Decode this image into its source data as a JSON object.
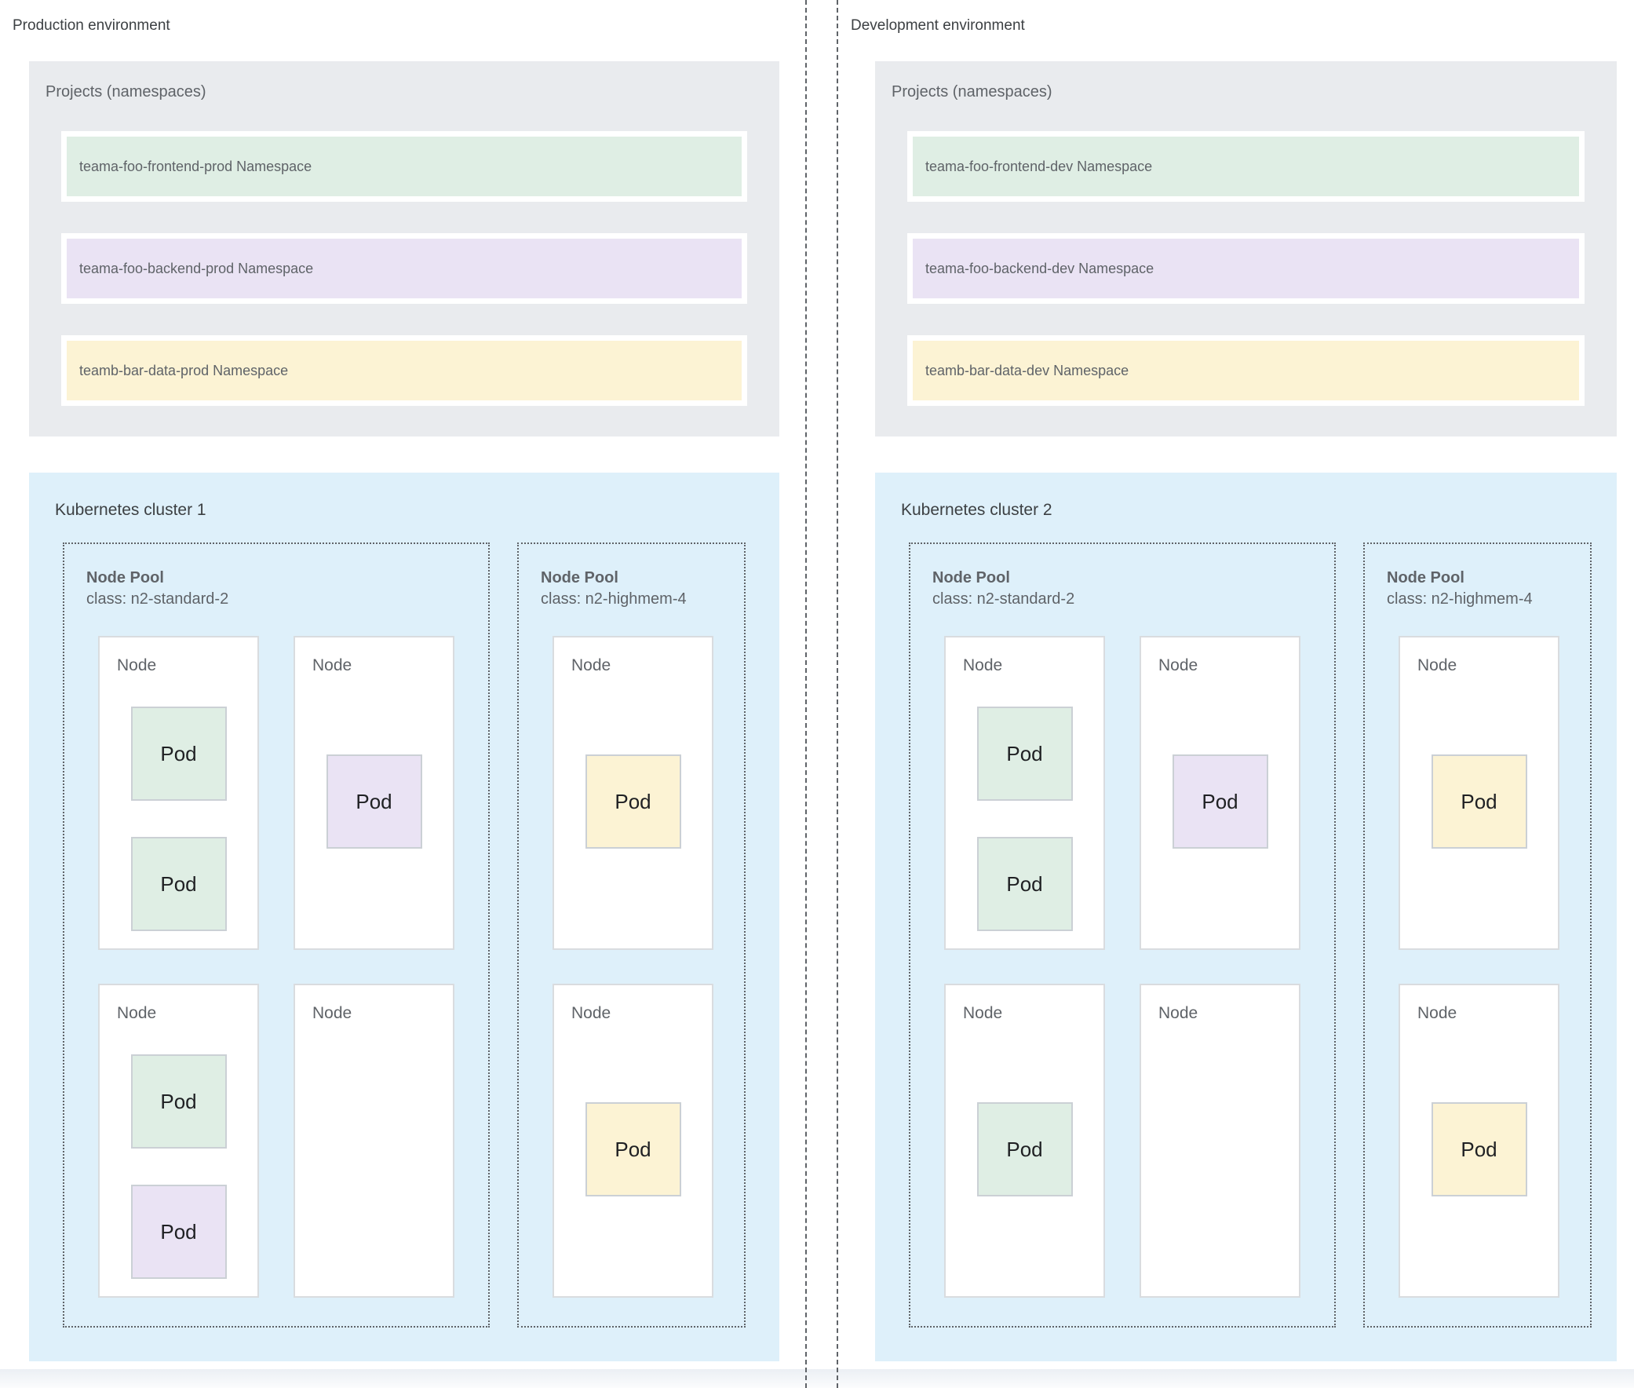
{
  "palette": {
    "green": "#dfeee4",
    "purple": "#eae3f4",
    "yellow": "#fcf3d4"
  },
  "colors": {
    "projects_box_bg": "#e9ebee",
    "cluster_box_bg": "#def0fa",
    "node_bg": "#ffffff",
    "namespace_border": "#ffffff",
    "dashed_border": "#5f6368",
    "text_gray": "#5f6368",
    "text_dark": "#3c4043"
  },
  "environments": [
    {
      "title": "Production environment",
      "projects": {
        "label": "Projects (namespaces)",
        "namespaces": [
          {
            "label": "teama-foo-frontend-prod Namespace",
            "color": "green"
          },
          {
            "label": "teama-foo-backend-prod Namespace",
            "color": "purple"
          },
          {
            "label": "teamb-bar-data-prod Namespace",
            "color": "yellow"
          }
        ]
      },
      "cluster": {
        "title": "Kubernetes cluster 1",
        "node_pools": [
          {
            "title": "Node Pool",
            "class_line": "class: n2-standard-2",
            "nodes": [
              {
                "label": "Node",
                "pods": [
                  {
                    "label": "Pod",
                    "color": "green"
                  },
                  {
                    "label": "Pod",
                    "color": "green"
                  }
                ]
              },
              {
                "label": "Node",
                "pods": [
                  {
                    "label": "Pod",
                    "color": "purple"
                  }
                ]
              },
              {
                "label": "Node",
                "pods": [
                  {
                    "label": "Pod",
                    "color": "green"
                  },
                  {
                    "label": "Pod",
                    "color": "purple"
                  }
                ]
              },
              {
                "label": "Node",
                "pods": []
              }
            ]
          },
          {
            "title": "Node Pool",
            "class_line": "class: n2-highmem-4",
            "nodes": [
              {
                "label": "Node",
                "pods": [
                  {
                    "label": "Pod",
                    "color": "yellow"
                  }
                ]
              },
              {
                "label": "Node",
                "pods": [
                  {
                    "label": "Pod",
                    "color": "yellow"
                  }
                ]
              }
            ]
          }
        ]
      }
    },
    {
      "title": "Development environment",
      "projects": {
        "label": "Projects (namespaces)",
        "namespaces": [
          {
            "label": "teama-foo-frontend-dev Namespace",
            "color": "green"
          },
          {
            "label": "teama-foo-backend-dev Namespace",
            "color": "purple"
          },
          {
            "label": "teamb-bar-data-dev Namespace",
            "color": "yellow"
          }
        ]
      },
      "cluster": {
        "title": "Kubernetes cluster 2",
        "node_pools": [
          {
            "title": "Node Pool",
            "class_line": "class: n2-standard-2",
            "nodes": [
              {
                "label": "Node",
                "pods": [
                  {
                    "label": "Pod",
                    "color": "green"
                  },
                  {
                    "label": "Pod",
                    "color": "green"
                  }
                ]
              },
              {
                "label": "Node",
                "pods": [
                  {
                    "label": "Pod",
                    "color": "purple"
                  }
                ]
              },
              {
                "label": "Node",
                "pods": [
                  {
                    "label": "Pod",
                    "color": "green"
                  }
                ]
              },
              {
                "label": "Node",
                "pods": []
              }
            ]
          },
          {
            "title": "Node Pool",
            "class_line": "class: n2-highmem-4",
            "nodes": [
              {
                "label": "Node",
                "pods": [
                  {
                    "label": "Pod",
                    "color": "yellow"
                  }
                ]
              },
              {
                "label": "Node",
                "pods": [
                  {
                    "label": "Pod",
                    "color": "yellow"
                  }
                ]
              }
            ]
          }
        ]
      }
    }
  ]
}
